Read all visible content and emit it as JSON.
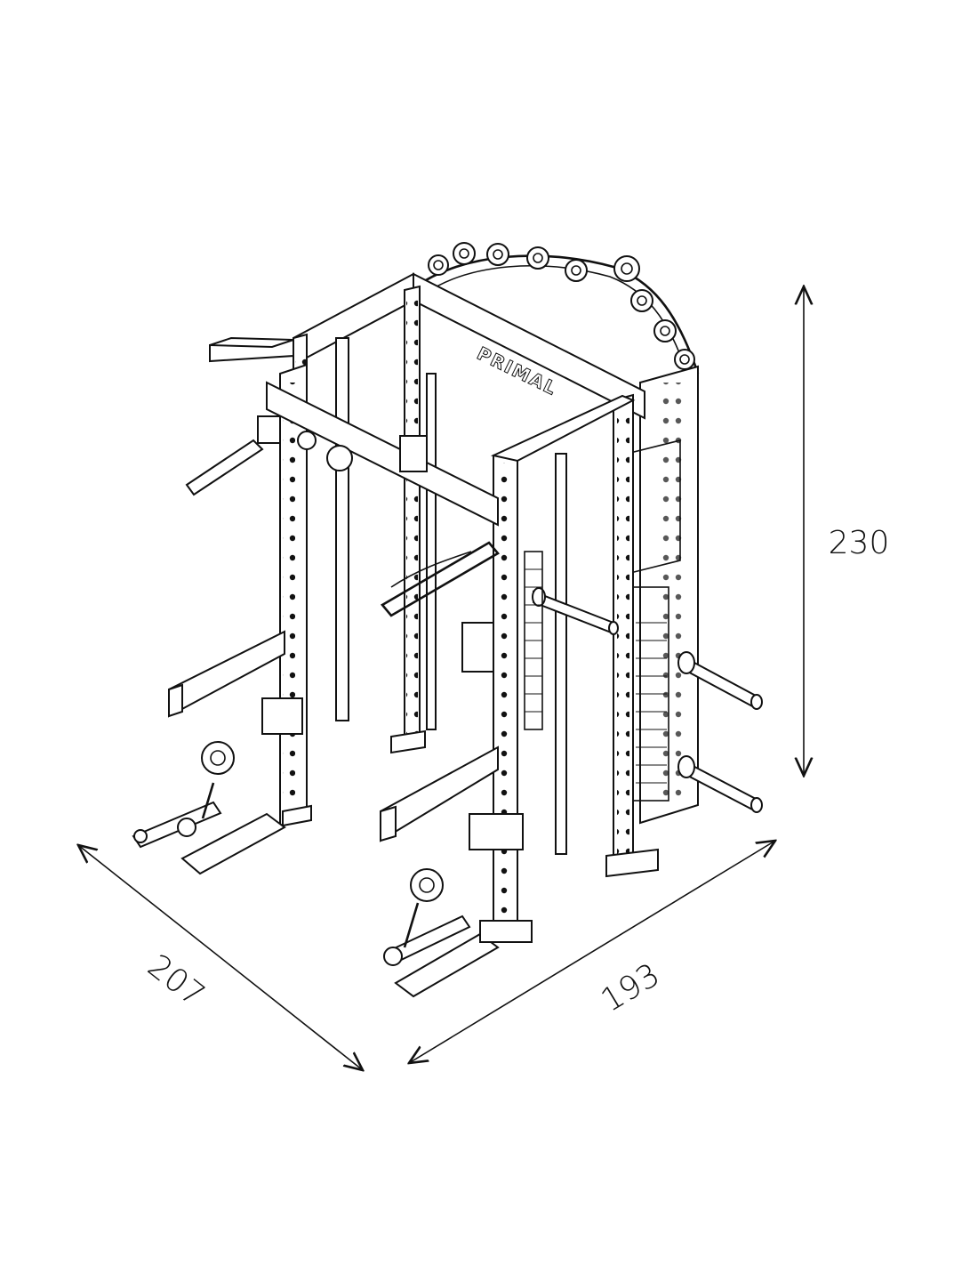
{
  "diagram": {
    "subject": "Multi-function power rack with Smith machine and cable stacks",
    "brand_logo": "PRIMAL",
    "dimensions": {
      "height": "230",
      "width": "193",
      "depth": "207"
    },
    "line_color": "#111111",
    "background_color": "#ffffff"
  }
}
